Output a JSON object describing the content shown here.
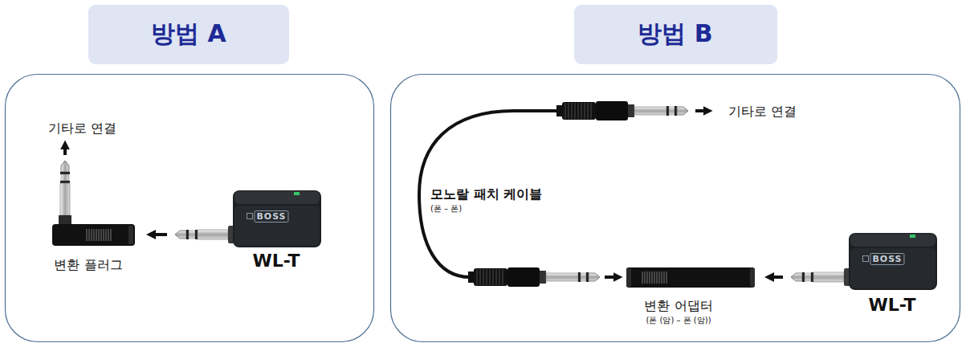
{
  "diagram": {
    "nodes": [
      {
        "text": [
          "방법 A"
        ]
      },
      {
        "text": [
          "방법 B"
        ]
      },
      {
        "text": [
          "변환 플러그"
        ]
      },
      {
        "text": [
          "BOSS",
          "WL-T"
        ]
      },
      {
        "text": [
          "변환 어댑터",
          "(폰 (암) – 폰 (암))"
        ]
      },
      {
        "text": [
          "BOSS",
          "WL-T"
        ]
      }
    ],
    "edges": [
      {
        "from": 3,
        "to": 2,
        "arrow": "to"
      },
      {
        "from": 5,
        "to": 4,
        "arrow": "to"
      }
    ],
    "labels": [
      "기타로 연결",
      "기타로 연결",
      "모노랄 패치 케이블",
      "(폰 – 폰)"
    ]
  }
}
